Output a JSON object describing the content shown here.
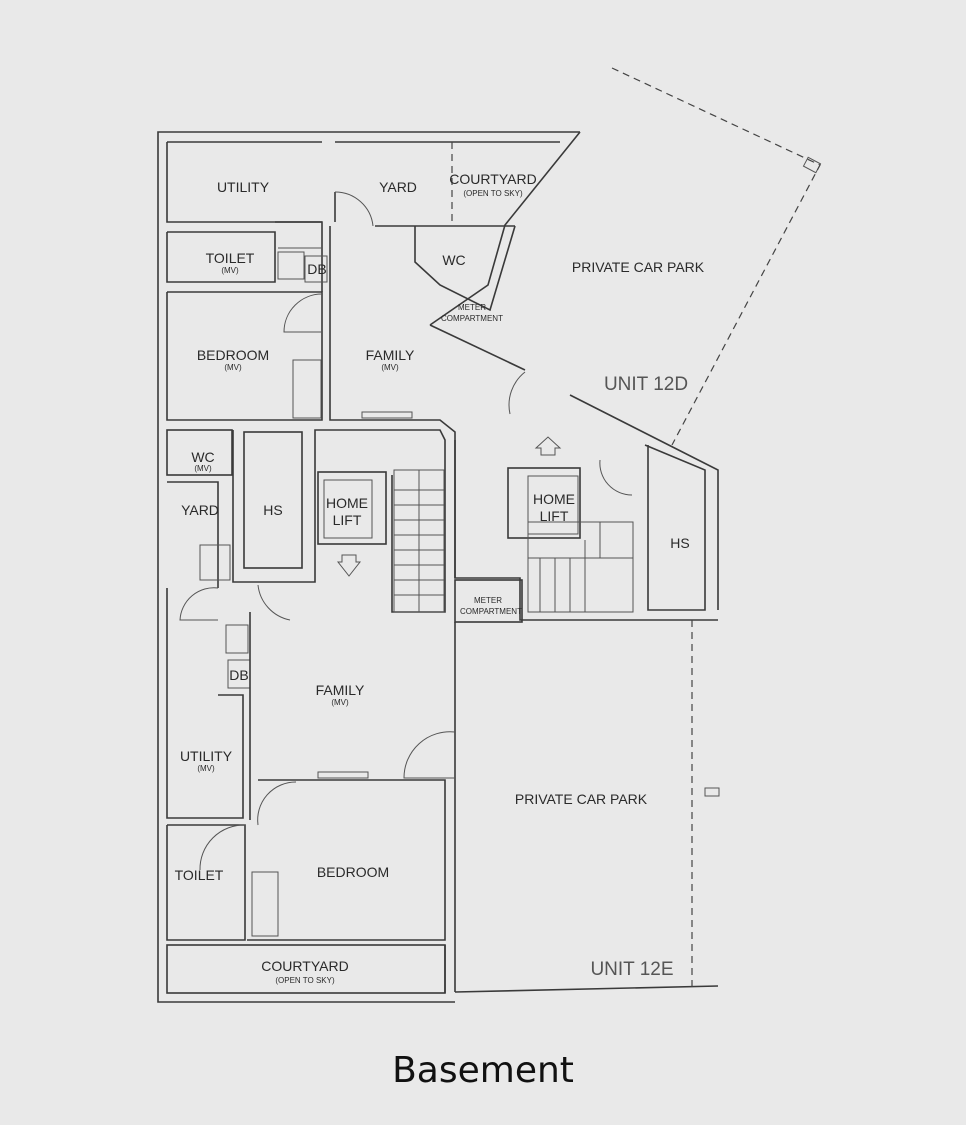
{
  "rooms": {
    "utility_top": {
      "name": "UTILITY"
    },
    "yard_top": {
      "name": "YARD"
    },
    "courtyard_top": {
      "name": "COURTYARD",
      "note": "(OPEN TO SKY)"
    },
    "toilet_top": {
      "name": "TOILET",
      "note": "(MV)"
    },
    "db_top": {
      "name": "DB"
    },
    "wc_12d": {
      "name": "WC"
    },
    "meter_top": {
      "name": "METER",
      "name2": "COMPARTMENT"
    },
    "bedroom_top": {
      "name": "BEDROOM",
      "note": "(MV)"
    },
    "family_top": {
      "name": "FAMILY",
      "note": "(MV)"
    },
    "carpark_12d": {
      "name": "PRIVATE CAR PARK"
    },
    "wc_left": {
      "name": "WC",
      "note": "(MV)"
    },
    "yard_left": {
      "name": "YARD"
    },
    "hs_left": {
      "name": "HS"
    },
    "lift_left": {
      "name": "HOME",
      "name2": "LIFT"
    },
    "lift_right": {
      "name": "HOME",
      "name2": "LIFT"
    },
    "hs_right": {
      "name": "HS"
    },
    "meter_mid": {
      "name": "METER",
      "name2": "COMPARTMENT"
    },
    "db_left": {
      "name": "DB"
    },
    "family_bottom": {
      "name": "FAMILY",
      "note": "(MV)"
    },
    "utility_left": {
      "name": "UTILITY",
      "note": "(MV)"
    },
    "carpark_12e": {
      "name": "PRIVATE CAR PARK"
    },
    "toilet_bottom": {
      "name": "TOILET"
    },
    "bedroom_bottom": {
      "name": "BEDROOM"
    },
    "courtyard_bottom": {
      "name": "COURTYARD",
      "note": "(OPEN TO SKY)"
    }
  },
  "units": {
    "upper": "UNIT 12D",
    "lower": "UNIT 12E"
  },
  "caption": "Basement"
}
